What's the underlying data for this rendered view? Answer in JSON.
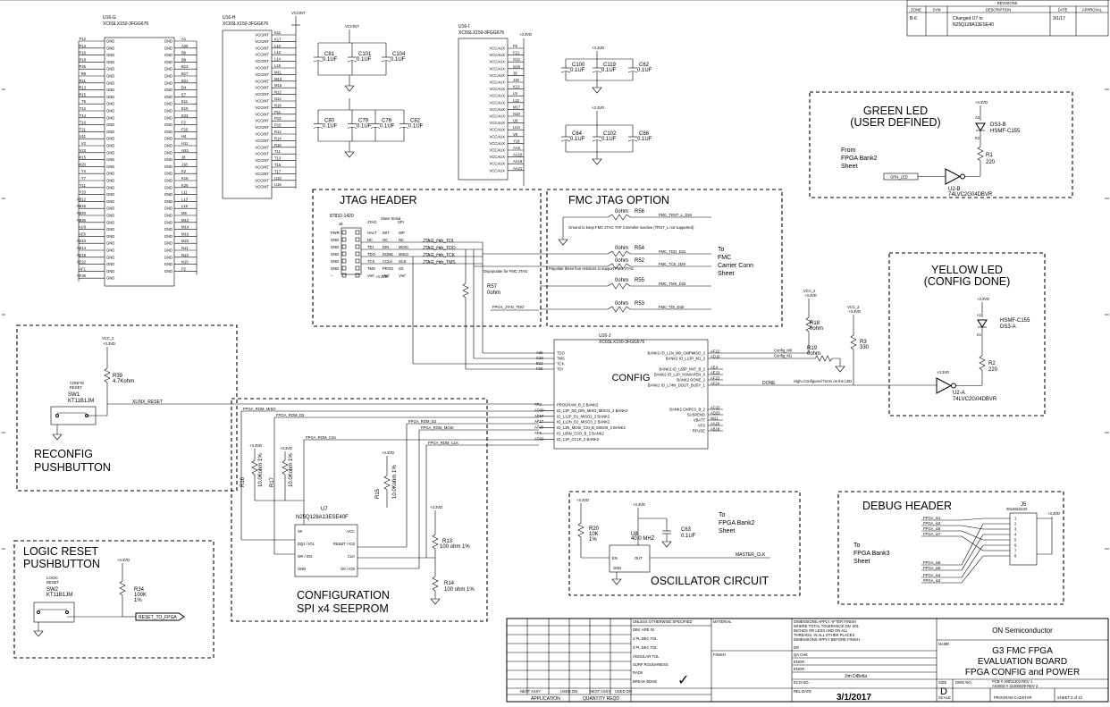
{
  "revisions": {
    "title": "REVISIONS",
    "headers": [
      "ZONE",
      "SYM",
      "DESCRIPTION",
      "DATE",
      "APPROVAL"
    ],
    "row": {
      "zone": "B-6",
      "sym": "",
      "desc1": "Changed U7 to",
      "desc2": "N25Q128A13ESE40",
      "date": "3/1/17",
      "approval": ""
    }
  },
  "u16g": {
    "ref": "U16-G",
    "part": "XC6SLX150-3FGG676",
    "left_pins": [
      "P12",
      "P14",
      "P16",
      "P18",
      "P25",
      "R8",
      "R11",
      "R13",
      "R15",
      "T5",
      "T12",
      "T14",
      "T16",
      "T21",
      "U11",
      "V2",
      "V23",
      "W15",
      "W20",
      "Y4",
      "Y7",
      "Y11",
      "Y23",
      "AB12",
      "AB16",
      "AB20",
      "AB25",
      "AC8",
      "AE6",
      "AE10",
      "AE14",
      "AE18",
      "AE22",
      "AF1",
      "AF26"
    ],
    "right_pins": [
      "A1",
      "A26",
      "B6",
      "B8",
      "B13",
      "B17",
      "B21",
      "D4",
      "E7",
      "E11",
      "E15",
      "E22",
      "F2",
      "F25",
      "H4",
      "H11",
      "H23",
      "J8",
      "J18",
      "K2",
      "K16",
      "K25",
      "L11",
      "L13",
      "L15",
      "M5",
      "M12",
      "M14",
      "M16",
      "M22",
      "N11",
      "N13",
      "N15",
      "P2"
    ],
    "pin_label": "GND"
  },
  "u16h": {
    "ref": "U16-H",
    "part": "XC6SLX150-3FGG676",
    "rail": "VCCINT",
    "pin_label": "VCCINT",
    "pins": [
      "K11",
      "K17",
      "L10",
      "L12",
      "L14",
      "L16",
      "M11",
      "M13",
      "M15",
      "N12",
      "N14",
      "N16",
      "P11",
      "P13",
      "P15",
      "R12",
      "R14",
      "R16",
      "T11",
      "T13",
      "T15",
      "T17",
      "U10",
      "U16"
    ]
  },
  "u16i": {
    "ref": "U16-I",
    "part": "XC6SLX150-3FGG676",
    "rail": "+3.3VD",
    "pin_label": "VCCAUX",
    "pins": [
      "F6",
      "F21",
      "G12",
      "G15",
      "J9",
      "J18",
      "K13",
      "L9",
      "L22",
      "M17",
      "N10",
      "U8",
      "U14",
      "V9",
      "Y18",
      "AA6",
      "AA10",
      "AA19",
      "AA21"
    ]
  },
  "caps_vccint_top": [
    {
      "ref": "C81",
      "val": "0.1UF"
    },
    {
      "ref": "C101",
      "val": "0.1UF"
    },
    {
      "ref": "C104",
      "val": "0.1UF"
    }
  ],
  "caps_vccint_bot": [
    {
      "ref": "C80",
      "val": "0.1UF"
    },
    {
      "ref": "C79",
      "val": "0.1UF"
    },
    {
      "ref": "C78",
      "val": "0.1UF"
    },
    {
      "ref": "C82",
      "val": "0.1UF"
    }
  ],
  "caps_vccaux_top": [
    {
      "ref": "C100",
      "val": "0.1UF"
    },
    {
      "ref": "C119",
      "val": "0.1UF"
    },
    {
      "ref": "C62",
      "val": "0.1UF"
    }
  ],
  "caps_vccaux_bot": [
    {
      "ref": "C64",
      "val": "0.1UF"
    },
    {
      "ref": "C102",
      "val": "0.1UF"
    },
    {
      "ref": "C66",
      "val": "0.1UF"
    }
  ],
  "rail_labels": {
    "vccint": "VCCINT",
    "p33": "+3.3VD",
    "vcc2": "VCC_2"
  },
  "green_led": {
    "title1": "GREEN LED",
    "title2": "(USER DEFINED)",
    "from1": "From",
    "from2": "FPGA Bank2",
    "from3": "Sheet",
    "net": "GRN_LED",
    "led_ref": "DS3-B",
    "led_part": "HSMF-C155",
    "pin_a": "A2",
    "pin_k": "K2",
    "res_ref": "R1",
    "res_val": "220",
    "gate_ref": "U2-B",
    "gate_part": "74LVC2G04DBVR"
  },
  "jtag": {
    "title": "JTAG HEADER",
    "part": "87832-1420",
    "conn": "J6",
    "col_heads": [
      "JTAG",
      "Slave Serial",
      "SPI"
    ],
    "rows": [
      [
        "PWR",
        "HALT",
        "INIT",
        "WP"
      ],
      [
        "GND",
        "NC",
        "NC",
        "NC"
      ],
      [
        "GND",
        "TDI",
        "DIN",
        "MOSI"
      ],
      [
        "GND",
        "TDO",
        "DONE",
        "MISO"
      ],
      [
        "GND",
        "TCK",
        "CCLK",
        "SCK"
      ],
      [
        "GND",
        "TMS",
        "PROG",
        "SS"
      ],
      [
        "--",
        "Vref",
        "Vref",
        "Vref"
      ]
    ],
    "nets": [
      "JTAG_Hdr_TDI",
      "JTAG_Hdr_TDO",
      "JTAG_Hdr_TCK",
      "JTAG_Hdr_TMS"
    ],
    "r57": "R57",
    "r57v": "0ohm",
    "depop": "Depopulate for FMC JTAG",
    "fpga_jtag_tdo": "FPGA_JTAG_TDO"
  },
  "fmc_jtag": {
    "title": "FMC JTAG OPTION",
    "note1": "Ground to keep FMC JTAG TAP Controller inactive (TRST_L not supported)",
    "note2": "Populate these four resistors to support FMC JTAG",
    "resistors": [
      {
        "ref": "R56",
        "val": "0ohm",
        "net": "FMC_TRST_L_D34"
      },
      {
        "ref": "R54",
        "val": "0ohm",
        "net": "FMC_TDO_D31"
      },
      {
        "ref": "R52",
        "val": "0ohm",
        "net": "FMC_TCK_D29"
      },
      {
        "ref": "R55",
        "val": "0ohm",
        "net": "FMC_TMS_D33"
      },
      {
        "ref": "R53",
        "val": "0ohm",
        "net": "FMC_TDI_D30"
      }
    ],
    "to": [
      "To",
      "FMC",
      "Carrier Conn",
      "Sheet"
    ]
  },
  "yellow_led": {
    "title1": "YELLOW LED",
    "title2": "(CONFIG DONE)",
    "led_part": "HSMF-C155",
    "led_ref": "DS3-A",
    "pin_a": "A1",
    "pin_k": "K1",
    "res_ref": "R2",
    "res_val": "220",
    "gate_ref": "U2-A",
    "gate_part": "74LVC2G04DBVR"
  },
  "u16j": {
    "ref": "U16-J",
    "part": "XC6SLX150-3FGG676",
    "label": "CONFIG",
    "left_pins": [
      [
        "A25",
        "TDO"
      ],
      [
        "C23",
        "TMS"
      ],
      [
        "E21",
        "TCK"
      ],
      [
        "F20",
        "TDI"
      ]
    ],
    "left_pins2": [
      [
        "AF3",
        "PROGRAM_B_2  BANK2"
      ],
      [
        "AD20",
        "IO_L3P_D0_DIN_MISO_MISO1_2  BANK2"
      ],
      [
        "AE17",
        "IO_L12P_D1_MISO2_2  BANK2"
      ],
      [
        "AF17",
        "IO_L12N_D2_MISO3_2  BANK2"
      ],
      [
        "AF20",
        "IO_L3N_MOSI_CSI_B_MISO0_2  BANK2"
      ],
      [
        "AF4",
        "IO_L65N_CSO_B_2  BANK2"
      ],
      [
        "AD22",
        "IO_L1P_CCLK_2  BANK2"
      ]
    ],
    "right_pins": [
      [
        "AF22",
        "BANK2  IO_L1N_M0_CMPMISO_2"
      ],
      [
        "AD16",
        "BANK2  IO_L13P_M1_2"
      ],
      [
        "AE4",
        "BANK2  IO_L65P_INIT_B_2"
      ],
      [
        "AE23",
        "BANK2 IO_L1P_HSWAPEN_0"
      ],
      [
        "AF23",
        "BANK2  DONE_2"
      ],
      [
        "AF24",
        "BANK2  IO_L74N_DOUT_BUSY_1"
      ],
      [
        "AC22",
        "BANK2  CMPCS_B_2"
      ],
      [
        "AD23",
        "SUSPEND"
      ],
      [
        "W21",
        "VBATT"
      ],
      [
        "AA20",
        "VFS"
      ],
      [
        "AB18",
        "RFUSE"
      ]
    ],
    "net_m0": "Config_M0",
    "net_m1": "Config_M1",
    "done": "DONE",
    "note": "High=Configured Turns on the LED",
    "r18": "R18",
    "r18v": "0ohm",
    "r19": "R19",
    "r19v": "0ohm",
    "r3": "R3",
    "r3v": "330"
  },
  "reconfig": {
    "title1": "RECONFIG",
    "title2": "PUSHBUTTON",
    "sw_ref": "SW1",
    "sw_part": "KT11B1JM",
    "sw_label1": "CONFIG",
    "sw_label2": "RESET",
    "r_ref": "R39",
    "r_val": "4.7Kohm",
    "net": "XLINX_RESET"
  },
  "logic_reset": {
    "title1": "LOGIC RESET",
    "title2": "PUSHBUTTON",
    "sw_ref": "SW2",
    "sw_part": "KT11B1JM",
    "sw_label1": "LOGIC",
    "sw_label2": "RESET",
    "r_ref": "R34",
    "r_val": "100K",
    "r_tol": "1%",
    "net": "RESET_TO_FPGA"
  },
  "spi": {
    "title1": "CONFIGURATION",
    "title2": "SPI x4 SEEPROM",
    "ref": "U7",
    "part": "N25Q128A13ESE40F",
    "nets": [
      "FPGA_ROM_MISO",
      "FPGA_ROM_D3",
      "FPGA_ROM_D2",
      "FPGA_ROM_MOSI",
      "FPGA_ROM_CSn",
      "FPGA_ROM_CLK"
    ],
    "r16": "R16",
    "r16v": "10.0Kohm 1%",
    "r17": "R17",
    "r17v": "10.0Kohm 1%",
    "r15": "R15",
    "r15v": "10.0Kohm 1%",
    "r13": "R13",
    "r13v": "100 ohm 1%",
    "r14": "R14",
    "r14v": "100 ohm 1%",
    "chip_pins_l": [
      "S#",
      "DQ1 / IO1",
      "W# / IO2",
      "GND"
    ],
    "chip_pins_r": [
      "VCC",
      "RESET / IO3",
      "CLK",
      "D0 / IO0"
    ]
  },
  "oscillator": {
    "title": "OSCILLATOR CIRCUIT",
    "to1": "To",
    "to2": "FPGA Bank2",
    "to3": "Sheet",
    "r20": "R20",
    "r20v": "10K",
    "r20t": "1%",
    "u8": "U8",
    "freq": "40.0 MHZ",
    "c63": "C63",
    "c63v": "0.1UF",
    "net": "MASTER_CLK",
    "pin_en": "EN",
    "pin_out": "OUT",
    "pin_gnd": "GND"
  },
  "debug": {
    "title": "DEBUG HEADER",
    "conn": "J5",
    "part": "0015910102",
    "to1": "To",
    "to2": "FPGA Bank3",
    "to3": "Sheet",
    "nets": [
      "FPGA_io1",
      "FPGA_io3",
      "FPGA_io5",
      "FPGA_io7",
      "FPGA_io8",
      "FPGA_io6",
      "FPGA_io4",
      "FPGA_io2"
    ]
  },
  "title_block": {
    "unless": "UNLESS OTHERWISE SPECIFIED",
    "dims": "DIM. ARE IN",
    "tol2": "2 PL DEC TOL",
    "tol3": "3 PL DEC TOL",
    "angular": "ANGULAR TOL",
    "surf": "SURF ROUGHNESS",
    "radii": "RADII",
    "break": "BREAK EDGE",
    "material": "MATERIAL",
    "finish": "FINISH",
    "draw_note1": "DIMENSIONS APPLY AFTER FINISH",
    "draw_note2": "WHERE TOTAL TOLERANCE ON .001",
    "draw_note3": "INCHES OR LESS AND ON ALL",
    "draw_note4": "THREADS, IN ALL OTHER PLACES",
    "draw_note5": "DIMENSIONS APPLY BEFORE FINISH",
    "dr": "DR",
    "qa": "QA CHK",
    "engr": "ENGR",
    "engr2": "ENGR",
    "engr_name": "Jim DiBella",
    "eco": "ECO NO.",
    "rel": "REL DATE",
    "date": "3/1/2017",
    "company": "ON Semiconductor",
    "name_label": "NAME",
    "title1": "G3 FMC FPGA",
    "title2": "EVALUATION BOARD",
    "title3": "FPGA CONFIG and POWER",
    "size_label": "SIZE",
    "size": "D",
    "dwg": "DWG NO.",
    "pcb": "PCB  # 30001303 REV 1",
    "assem": "ASSEM # 31000039 REV 2",
    "scale": "SCALE",
    "program": "PROGRAM CADSTAR",
    "sheet": "SHEET  3 of 13",
    "application": "APPLICATION",
    "qty": "QUANTITY REQD",
    "next_assy": "NEXT ASSY",
    "used_on": "USED ON"
  }
}
